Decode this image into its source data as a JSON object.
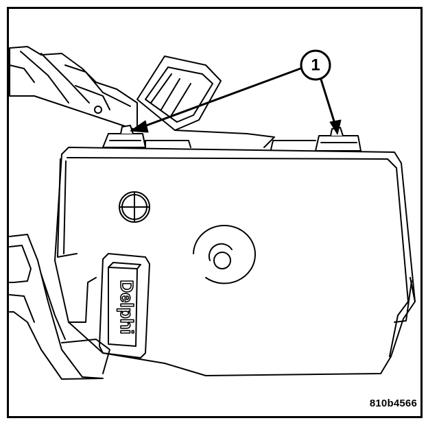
{
  "figure": {
    "callout": "1",
    "figure_id": "810b4566",
    "module_label": "Delphi"
  },
  "colors": {
    "line": "#000000",
    "background": "#ffffff"
  }
}
